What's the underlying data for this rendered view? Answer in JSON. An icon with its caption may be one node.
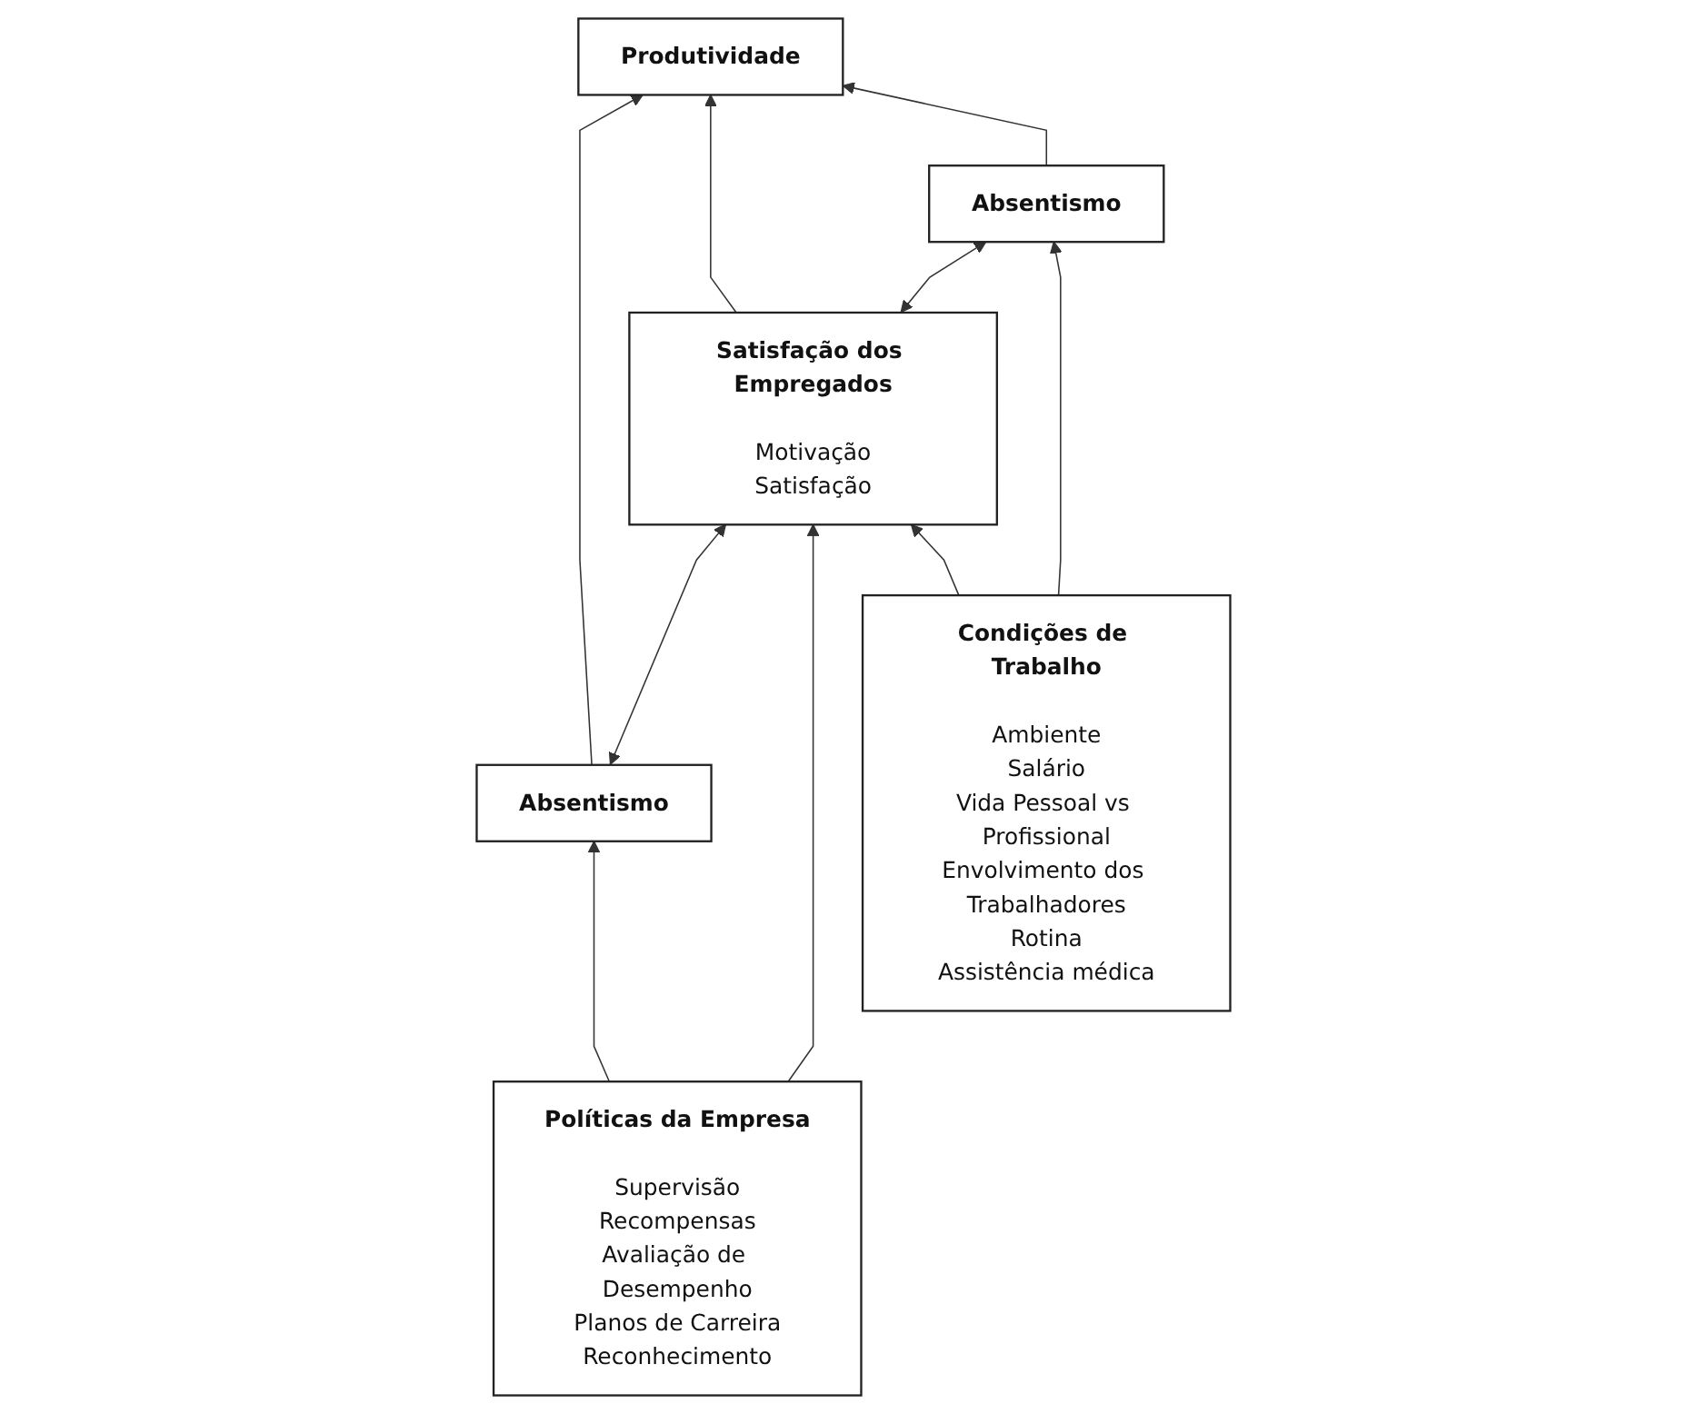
{
  "diagram": {
    "nodes": [
      {
        "text": [
          "Produtividade"
        ]
      },
      {
        "text": [
          "Absentismo"
        ]
      },
      {
        "text": [
          "Satisfação dos Empregados",
          "Motivação",
          "Satisfação"
        ]
      },
      {
        "text": [
          "Absentismo"
        ]
      },
      {
        "text": [
          "Políticas da Empresa",
          "Supervisão",
          "Recompensas",
          "Avaliação de Desempenho",
          "Planos de Carreira",
          "Reconhecimento"
        ]
      },
      {
        "text": [
          "Condições de Trabalho",
          "Ambiente",
          "Salário",
          "Vida Pessoal vs Profissional",
          "Envolvimento dos Trabalhadores",
          "Rotina",
          "Assistência médica"
        ]
      }
    ],
    "edges": [
      {
        "from": 1,
        "to": 0,
        "arrow": "to"
      },
      {
        "from": 2,
        "to": 0,
        "arrow": "to"
      },
      {
        "from": 3,
        "to": 0,
        "arrow": "to"
      },
      {
        "from": 1,
        "to": 2,
        "arrow": "both"
      },
      {
        "from": 2,
        "to": 3,
        "arrow": "both"
      },
      {
        "from": 4,
        "to": 1,
        "arrow": "to"
      },
      {
        "from": 4,
        "to": 2,
        "arrow": "to"
      },
      {
        "from": 5,
        "to": 2,
        "arrow": "to"
      },
      {
        "from": 5,
        "to": 3,
        "arrow": "to"
      }
    ]
  }
}
